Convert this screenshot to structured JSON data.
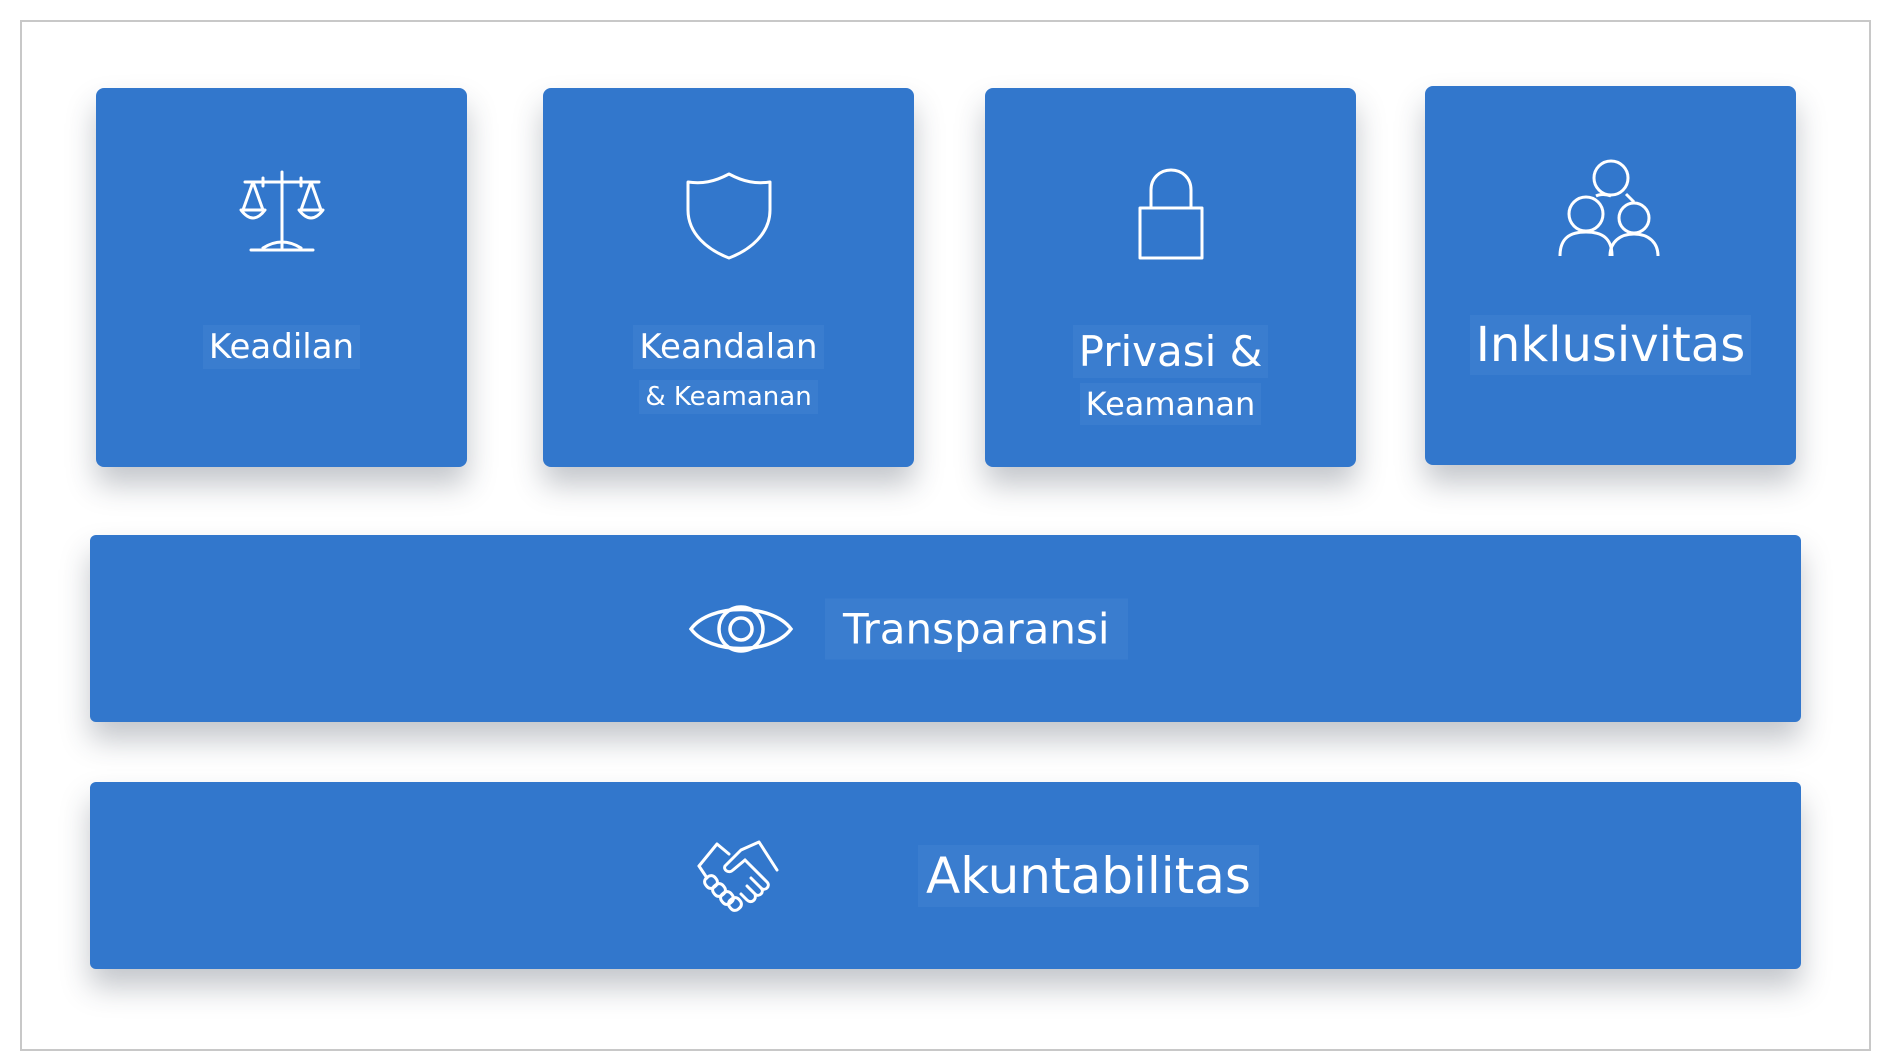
{
  "colors": {
    "card": "#3277cc",
    "text": "#ffffff",
    "border": "#c8c8c8"
  },
  "tiles": [
    {
      "icon": "scales-icon",
      "line1": "Keadilan",
      "line2": ""
    },
    {
      "icon": "shield-icon",
      "line1": "Keandalan",
      "line2": "& Keamanan"
    },
    {
      "icon": "lock-icon",
      "line1": "Privasi &",
      "line2": "Keamanan"
    },
    {
      "icon": "people-icon",
      "line1": "Inklusivitas",
      "line2": ""
    }
  ],
  "bars": [
    {
      "icon": "eye-icon",
      "label": "Transparansi"
    },
    {
      "icon": "handshake-icon",
      "label": "Akuntabilitas"
    }
  ]
}
